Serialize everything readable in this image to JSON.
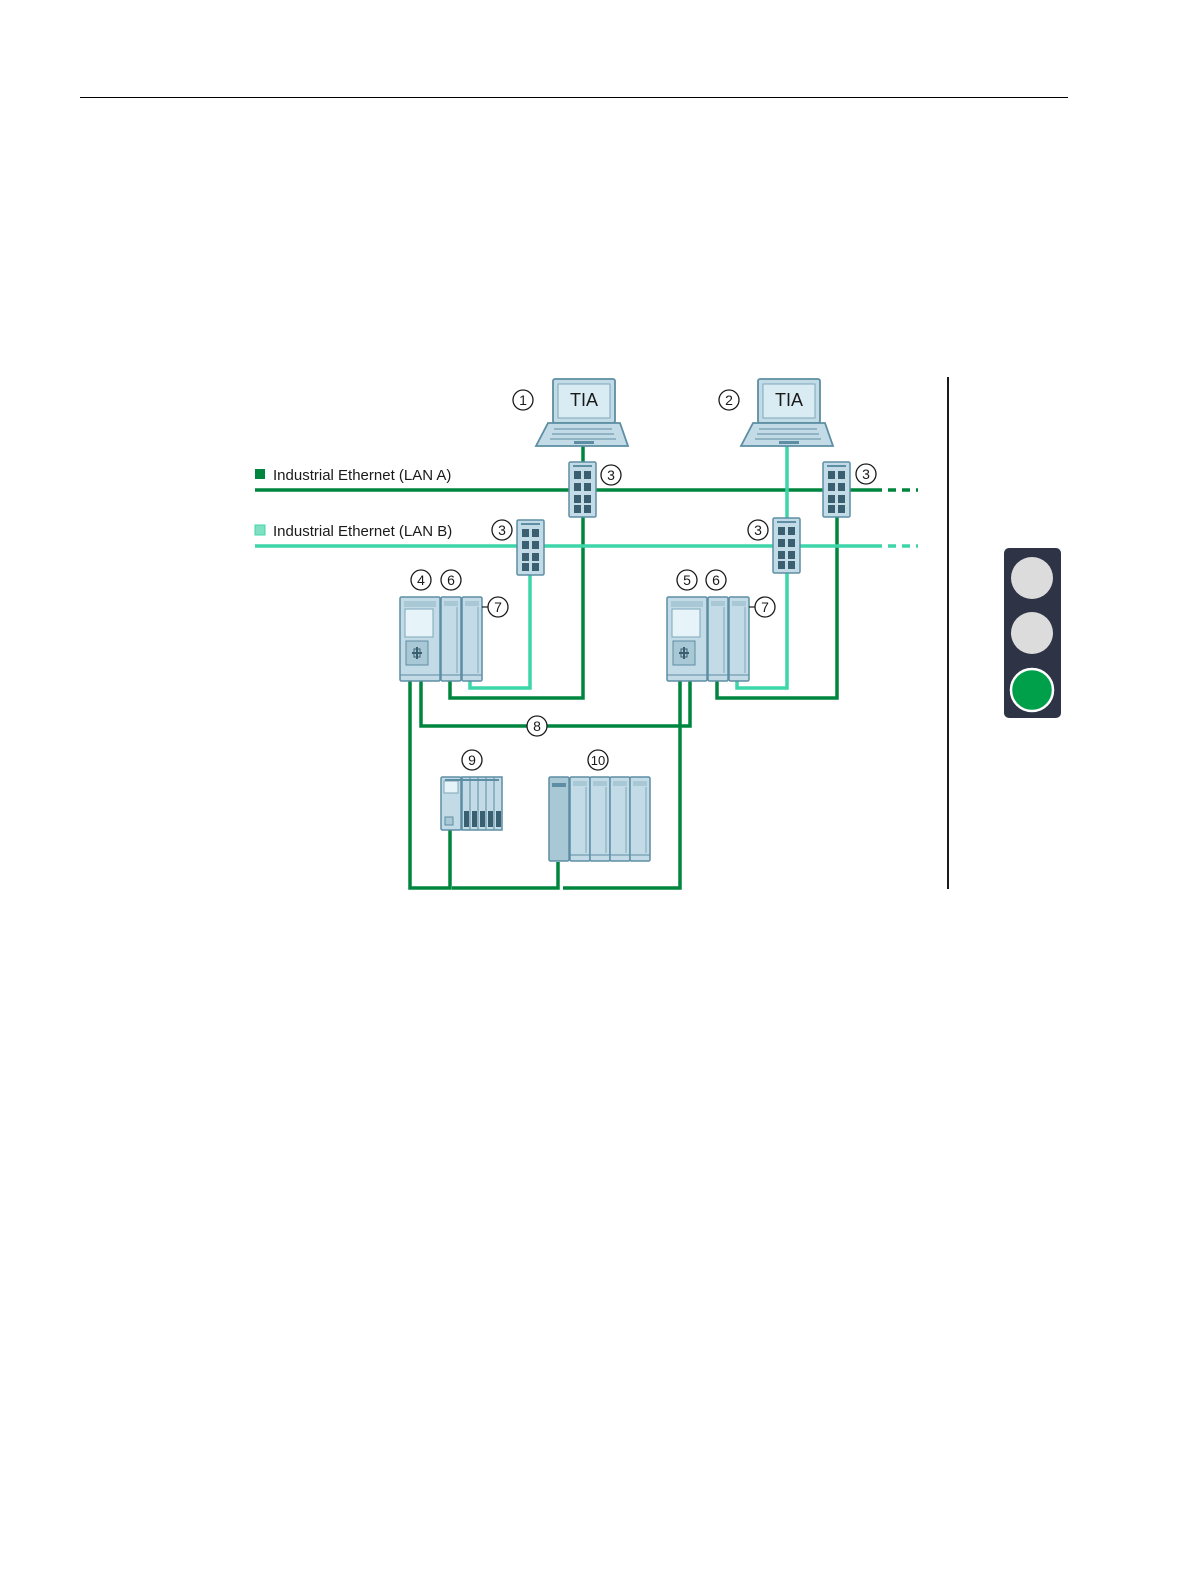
{
  "legend": {
    "lan_a": {
      "label": "Industrial Ethernet (LAN A)",
      "color": "#00853f"
    },
    "lan_b": {
      "label": "Industrial Ethernet (LAN B)",
      "color": "#3cd6a8"
    }
  },
  "devices": {
    "pg1": {
      "callout": "1",
      "screen": "TIA"
    },
    "pg2": {
      "callout": "2",
      "screen": "TIA"
    }
  },
  "callouts": {
    "switch": "3",
    "cpu_a": "4",
    "cpu_b": "5",
    "cp": "6",
    "cm": "7",
    "sync": "8",
    "io_small": "9",
    "io_large": "10"
  },
  "colors": {
    "device_fill": "#c2dbe6",
    "device_stroke": "#5d8ea3",
    "lan_a": "#00853f",
    "lan_b": "#3cd6a8",
    "traffic_light_body": "#2e3446",
    "lamp_off": "#dcdcdc",
    "lamp_on": "#00a04a"
  },
  "traffic_light": {
    "state": "green"
  }
}
